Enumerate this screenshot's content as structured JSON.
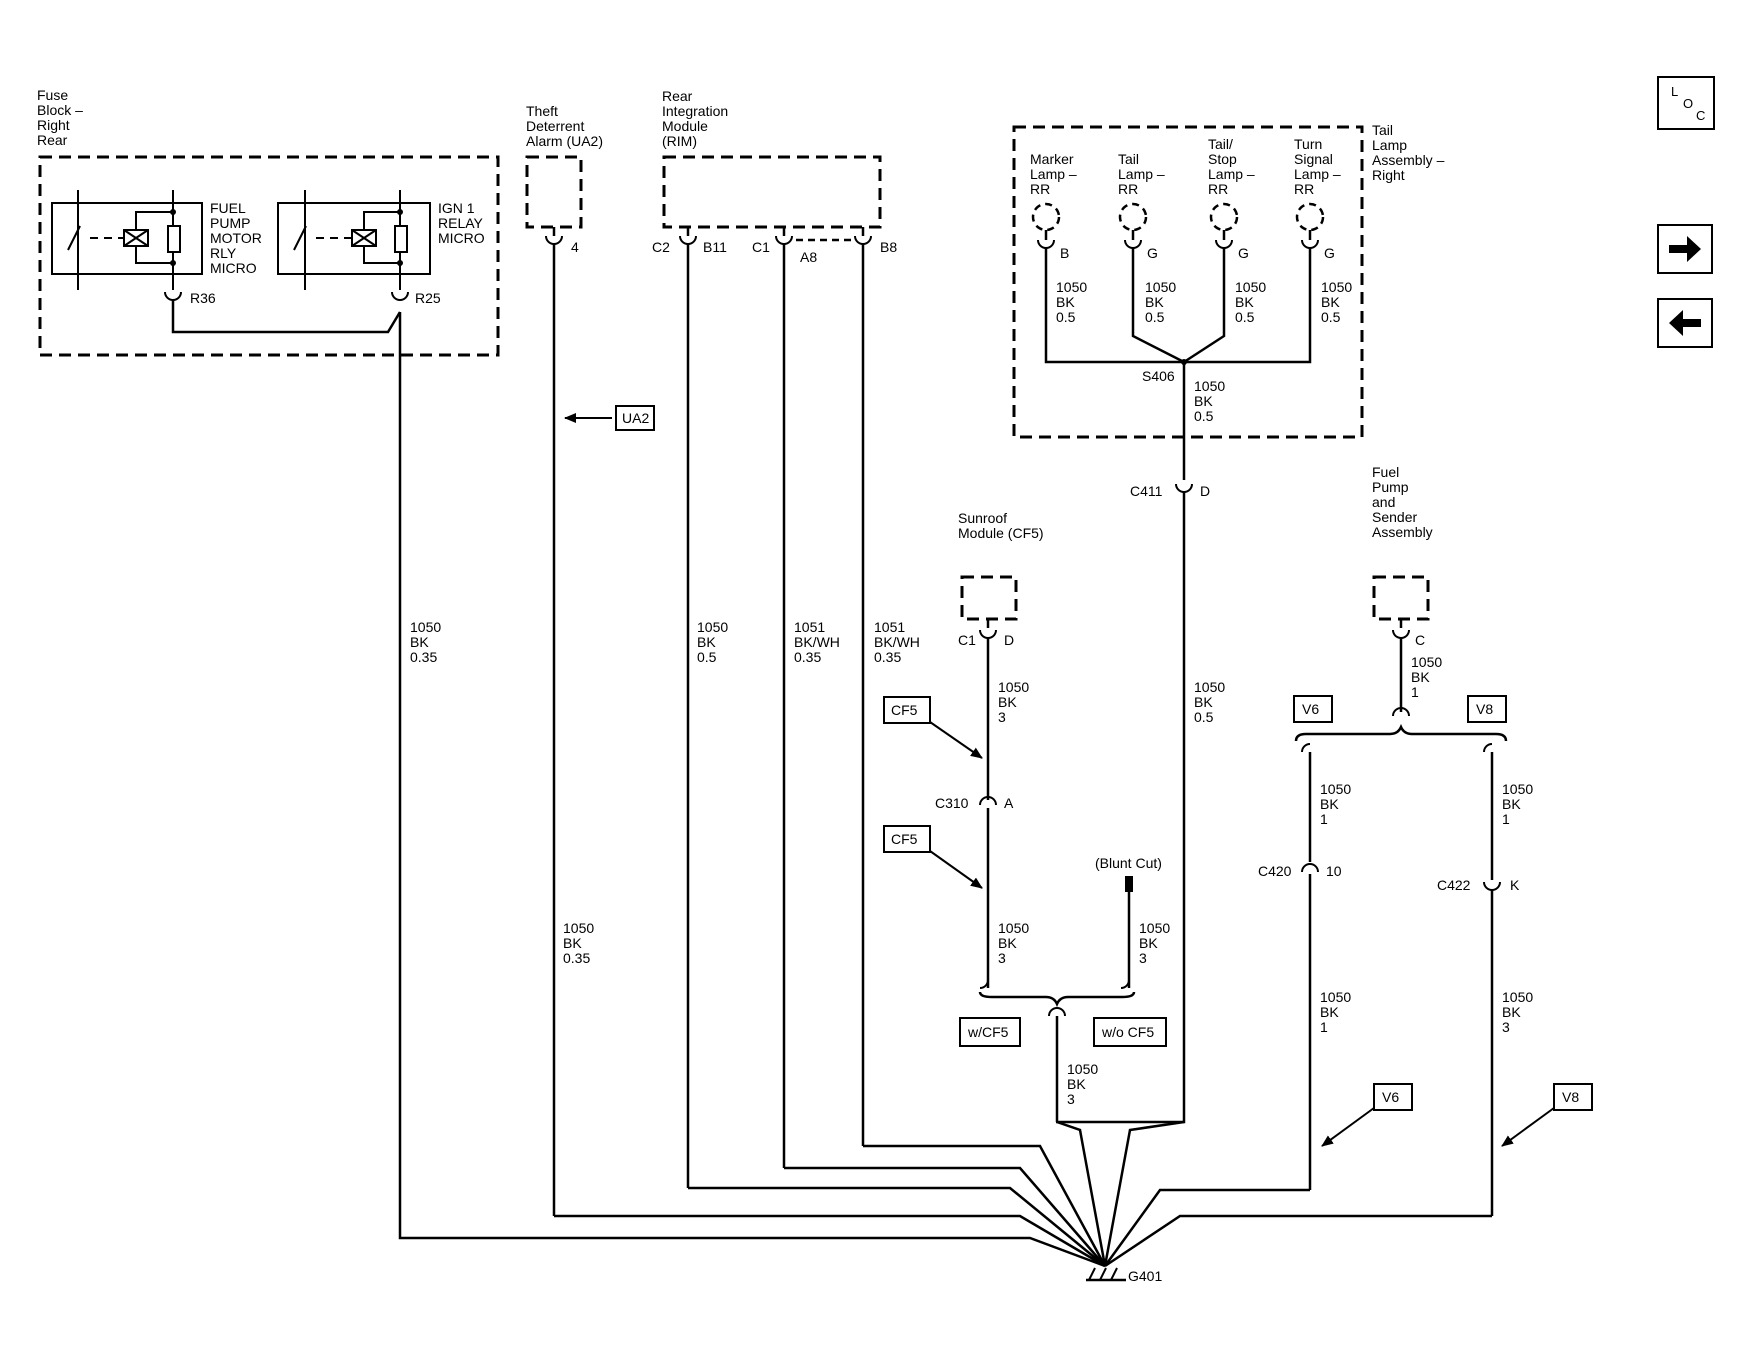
{
  "nav": {
    "loc": [
      "L",
      "O",
      "C"
    ]
  },
  "components": {
    "fuse_block": [
      "Fuse",
      "Block –",
      "Right",
      "Rear"
    ],
    "fuel_pump_relay": [
      "FUEL",
      "PUMP",
      "MOTOR",
      "RLY",
      "MICRO"
    ],
    "ign_relay": [
      "IGN 1",
      "RELAY",
      "MICRO"
    ],
    "theft_alarm": [
      "Theft",
      "Deterrent",
      "Alarm (UA2)"
    ],
    "rim": [
      "Rear",
      "Integration",
      "Module",
      "(RIM)"
    ],
    "tail_lamp_assembly": [
      "Tail",
      "Lamp",
      "Assembly –",
      "Right"
    ],
    "marker_lamp": [
      "Marker",
      "Lamp –",
      "RR"
    ],
    "tail_lamp": [
      "Tail",
      "Lamp –",
      "RR"
    ],
    "tail_stop_lamp": [
      "Tail/",
      "Stop",
      "Lamp –",
      "RR"
    ],
    "turn_lamp": [
      "Turn",
      "Signal",
      "Lamp –",
      "RR"
    ],
    "sunroof": [
      "Sunroof",
      "Module (CF5)"
    ],
    "fuel_pump_sender": [
      "Fuel",
      "Pump",
      "and",
      "Sender",
      "Assembly"
    ]
  },
  "pins": {
    "r36": "R36",
    "r25": "R25",
    "ua2_pin": "4",
    "c2": "C2",
    "b11": "B11",
    "c1": "C1",
    "a8": "A8",
    "b8": "B8",
    "marker_pin": "B",
    "tail_pin": "G",
    "stop_pin": "G",
    "turn_pin": "G",
    "s406": "S406",
    "c411": "C411",
    "c411_pin": "D",
    "sun_c1": "C1",
    "sun_pin": "D",
    "c310": "C310",
    "c310_pin": "A",
    "fuel_pin": "C",
    "c420": "C420",
    "c420_pin": "10",
    "c422": "C422",
    "c422_pin": "K",
    "g401": "G401"
  },
  "tags": {
    "ua2": "UA2",
    "cf5_1": "CF5",
    "cf5_2": "CF5",
    "wcf5": "w/CF5",
    "wocf5": "w/o CF5",
    "v6_top": "V6",
    "v8_top": "V8",
    "v6_bottom": "V6",
    "v8_bottom": "V8",
    "blunt_cut": "(Blunt Cut)"
  },
  "wires": {
    "fuse_wire": [
      "1050",
      "BK",
      "0.35"
    ],
    "ua2_wire": [
      "1050",
      "BK",
      "0.35"
    ],
    "b11_wire": [
      "1050",
      "BK",
      "0.5"
    ],
    "a8_wire": [
      "1051",
      "BK/WH",
      "0.35"
    ],
    "b8_wire": [
      "1051",
      "BK/WH",
      "0.35"
    ],
    "marker_wire": [
      "1050",
      "BK",
      "0.5"
    ],
    "tail_wire": [
      "1050",
      "BK",
      "0.5"
    ],
    "stop_wire": [
      "1050",
      "BK",
      "0.5"
    ],
    "turn_wire": [
      "1050",
      "BK",
      "0.5"
    ],
    "s406_wire": [
      "1050",
      "BK",
      "0.5"
    ],
    "c411_wire": [
      "1050",
      "BK",
      "0.5"
    ],
    "sun_upper_wire": [
      "1050",
      "BK",
      "3"
    ],
    "sun_lower_wire": [
      "1050",
      "BK",
      "3"
    ],
    "blunt_wire": [
      "1050",
      "BK",
      "3"
    ],
    "merge_wire": [
      "1050",
      "BK",
      "3"
    ],
    "fuel_wire": [
      "1050",
      "BK",
      "1"
    ],
    "v6_upper_wire": [
      "1050",
      "BK",
      "1"
    ],
    "v8_upper_wire": [
      "1050",
      "BK",
      "1"
    ],
    "v6_lower_wire": [
      "1050",
      "BK",
      "1"
    ],
    "v8_lower_wire": [
      "1050",
      "BK",
      "3"
    ]
  }
}
